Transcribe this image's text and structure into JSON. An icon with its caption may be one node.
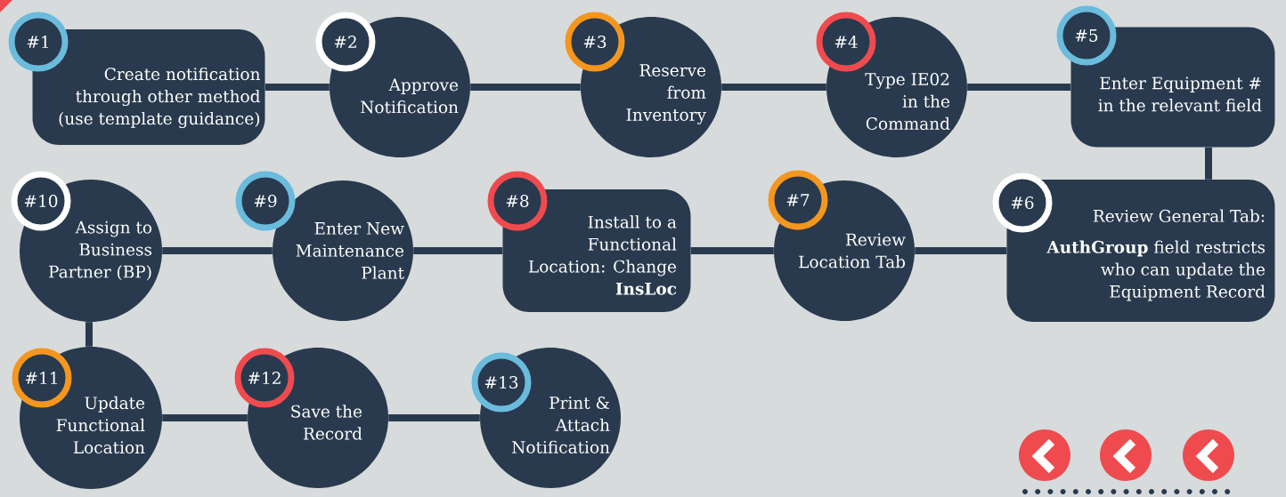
{
  "diagram": {
    "nodes": [
      {
        "text": [
          "#1",
          "Create notification through other method (use template guidance)"
        ]
      },
      {
        "text": [
          "#2",
          "Approve Notification"
        ]
      },
      {
        "text": [
          "#3",
          "Reserve from Inventory"
        ]
      },
      {
        "text": [
          "#4",
          "Type IE02 in the Command"
        ]
      },
      {
        "text": [
          "#5",
          "Enter Equipment # in the relevant field"
        ]
      },
      {
        "text": [
          "#6",
          "Review General Tab:",
          "**AuthGroup** field restricts who can update the Equipment Record"
        ]
      },
      {
        "text": [
          "#7",
          "Review Location Tab"
        ]
      },
      {
        "text": [
          "#8",
          "Install to a Functional Location: Change **InsLoc**"
        ]
      },
      {
        "text": [
          "#9",
          "Enter New Maintenance Plant"
        ]
      },
      {
        "text": [
          "#10",
          "Assign to Business Partner (BP)"
        ]
      },
      {
        "text": [
          "#11",
          "Update Functional Location"
        ]
      },
      {
        "text": [
          "#12",
          "Save the Record"
        ]
      },
      {
        "text": [
          "#13",
          "Print & Attach Notification"
        ]
      }
    ],
    "edges": [
      {
        "from": 0,
        "to": 1,
        "arrow": "none"
      },
      {
        "from": 1,
        "to": 2,
        "arrow": "none"
      },
      {
        "from": 2,
        "to": 3,
        "arrow": "none"
      },
      {
        "from": 3,
        "to": 4,
        "arrow": "none"
      },
      {
        "from": 4,
        "to": 5,
        "arrow": "none"
      },
      {
        "from": 5,
        "to": 6,
        "arrow": "none"
      },
      {
        "from": 6,
        "to": 7,
        "arrow": "none"
      },
      {
        "from": 7,
        "to": 8,
        "arrow": "none"
      },
      {
        "from": 8,
        "to": 9,
        "arrow": "none"
      },
      {
        "from": 9,
        "to": 10,
        "arrow": "none"
      },
      {
        "from": 10,
        "to": 11,
        "arrow": "none"
      },
      {
        "from": 11,
        "to": 12,
        "arrow": "none"
      }
    ]
  }
}
